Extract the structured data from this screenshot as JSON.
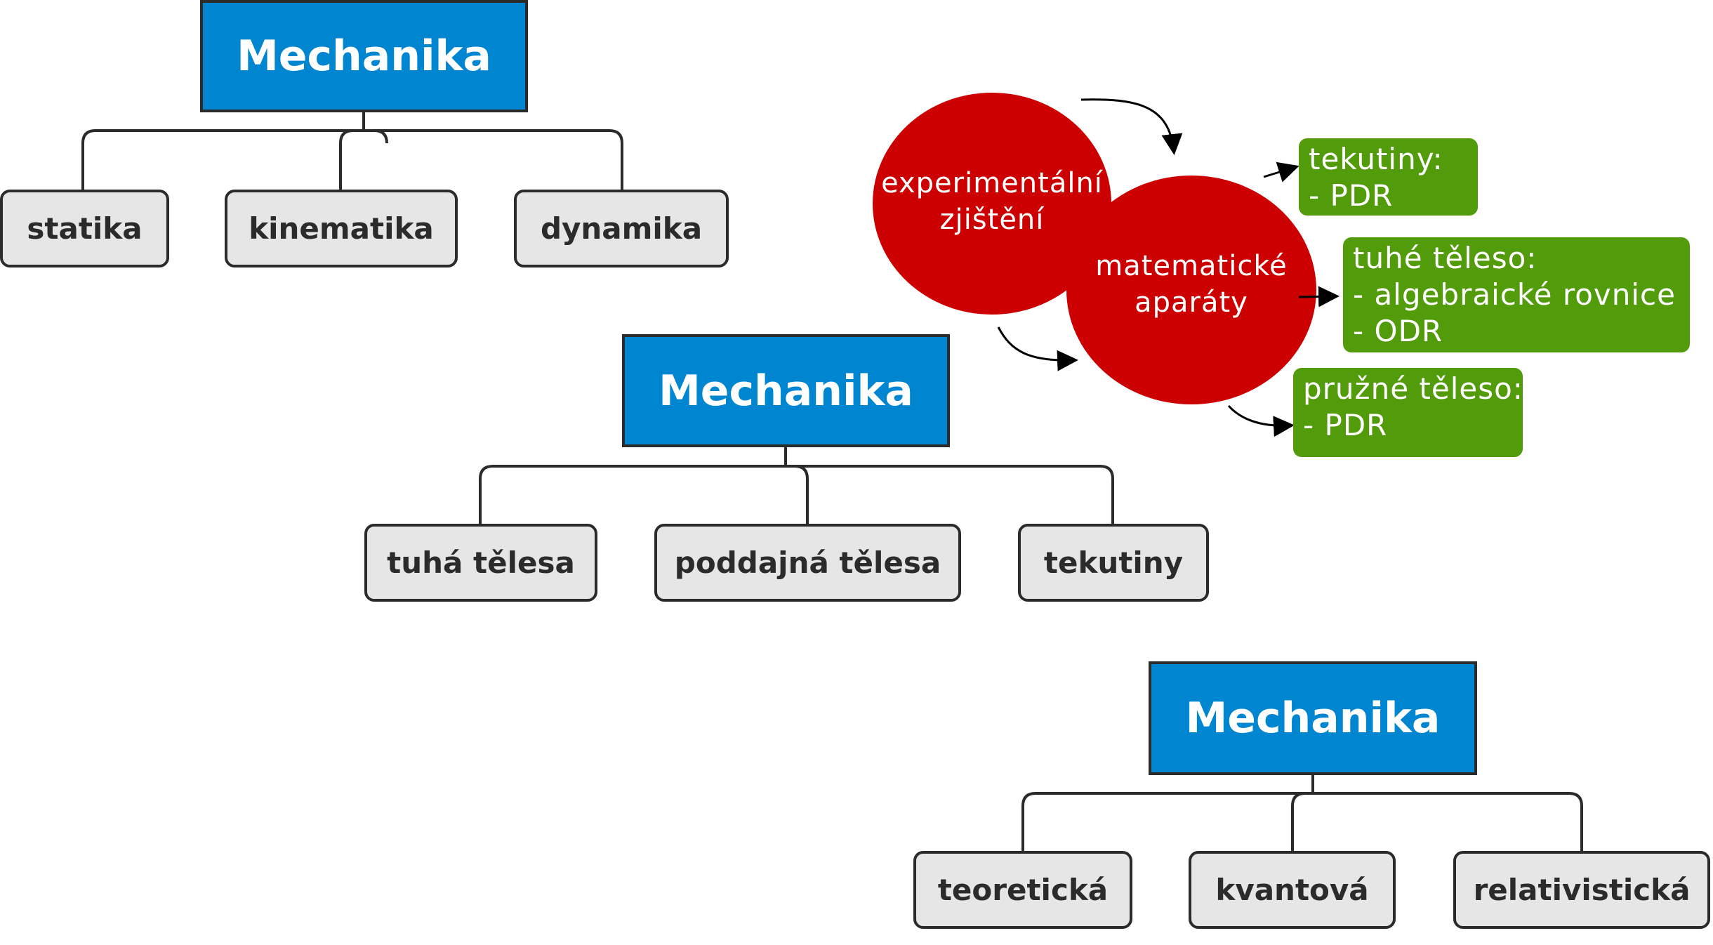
{
  "tree_top": {
    "root": "Mechanika",
    "children": [
      "statika",
      "kinematika",
      "dynamika"
    ]
  },
  "tree_middle": {
    "root": "Mechanika",
    "children": [
      "tuhá tělesa",
      "poddajná tělesa",
      "tekutiny"
    ]
  },
  "tree_bottom": {
    "root": "Mechanika",
    "children": [
      "teoretická",
      "kvantová",
      "relativistická"
    ]
  },
  "cycle": {
    "experimental": [
      "experimentální",
      "zjištění"
    ],
    "math": [
      "matematické",
      "aparáty"
    ]
  },
  "outputs": {
    "fluids": {
      "title": "tekutiny:",
      "items": [
        "- PDR"
      ]
    },
    "rigid": {
      "title": "tuhé těleso:",
      "items": [
        "- algebraické rovnice",
        "- ODR"
      ]
    },
    "elastic": {
      "title": "pružné těleso:",
      "items": [
        "- PDR"
      ]
    }
  },
  "colors": {
    "root_fill": "#0086d1",
    "leaf_fill": "#e6e6e6",
    "circle_fill": "#cc0000",
    "output_fill": "#529b0a",
    "line": "#2b2b2b"
  }
}
